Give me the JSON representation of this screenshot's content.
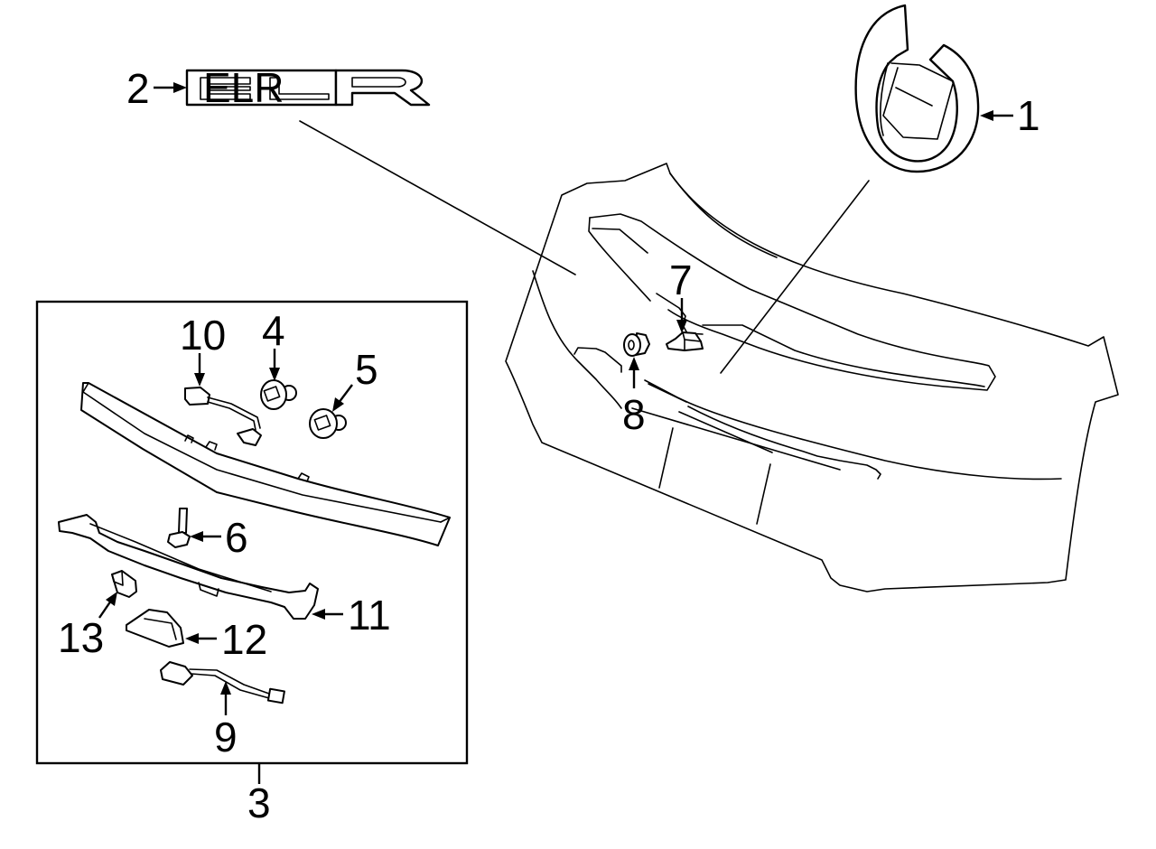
{
  "diagram": {
    "title": "Liftgate / Trunk Lid Components Exploded View",
    "emblem_text": "ELR",
    "callouts": [
      {
        "id": "1",
        "label": "1",
        "part": "emblem-ring"
      },
      {
        "id": "2",
        "label": "2",
        "part": "elr-nameplate"
      },
      {
        "id": "3",
        "label": "3",
        "part": "applique-assembly-box"
      },
      {
        "id": "4",
        "label": "4",
        "part": "push-pin-clip"
      },
      {
        "id": "5",
        "label": "5",
        "part": "push-pin-clip"
      },
      {
        "id": "6",
        "label": "6",
        "part": "bolt"
      },
      {
        "id": "7",
        "label": "7",
        "part": "retainer-nut"
      },
      {
        "id": "8",
        "label": "8",
        "part": "grommet"
      },
      {
        "id": "9",
        "label": "9",
        "part": "license-lamp-harness"
      },
      {
        "id": "10",
        "label": "10",
        "part": "connector-harness"
      },
      {
        "id": "11",
        "label": "11",
        "part": "wiring-harness"
      },
      {
        "id": "12",
        "label": "12",
        "part": "license-lamp"
      },
      {
        "id": "13",
        "label": "13",
        "part": "bulb"
      }
    ]
  }
}
